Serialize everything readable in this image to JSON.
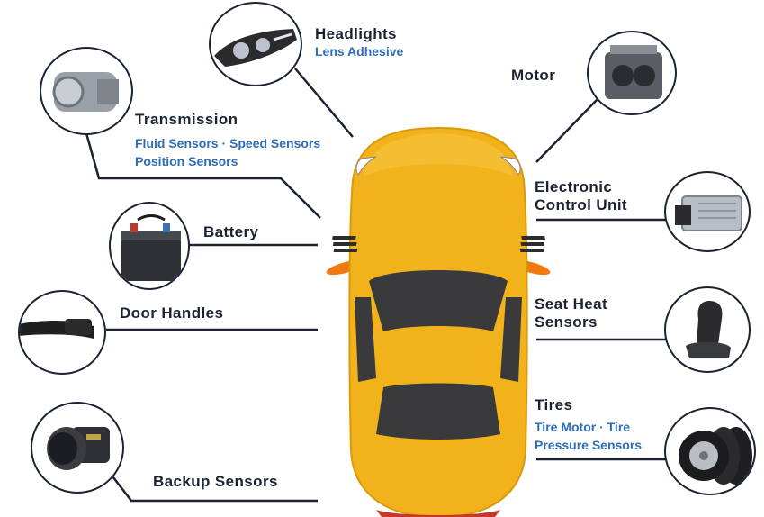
{
  "parts": {
    "headlights": {
      "title": "Headlights",
      "sub1": "Lens Adhesive"
    },
    "transmission": {
      "title": "Transmission",
      "sub1": "Fluid Sensors · Speed Sensors",
      "sub2": "Position Sensors"
    },
    "battery": {
      "title": "Battery"
    },
    "door_handles": {
      "title": "Door Handles"
    },
    "backup_sensors": {
      "title": "Backup Sensors"
    },
    "motor": {
      "title": "Motor"
    },
    "ecu": {
      "title1": "Electronic",
      "title2": "Control Unit"
    },
    "seat_heat": {
      "title1": "Seat Heat",
      "title2": "Sensors"
    },
    "tires": {
      "title": "Tires",
      "sub1": "Tire Motor · Tire",
      "sub2": "Pressure Sensors"
    }
  },
  "colors": {
    "text": "#1b2333",
    "accent": "#2f6db5",
    "car": "#f2b21c",
    "glass": "#3a3a3c"
  },
  "icons": [
    "headlight-icon",
    "transmission-icon",
    "battery-icon",
    "door-handle-icon",
    "backup-sensor-icon",
    "motor-icon",
    "ecu-icon",
    "seat-icon",
    "tire-icon",
    "car-top-view"
  ]
}
